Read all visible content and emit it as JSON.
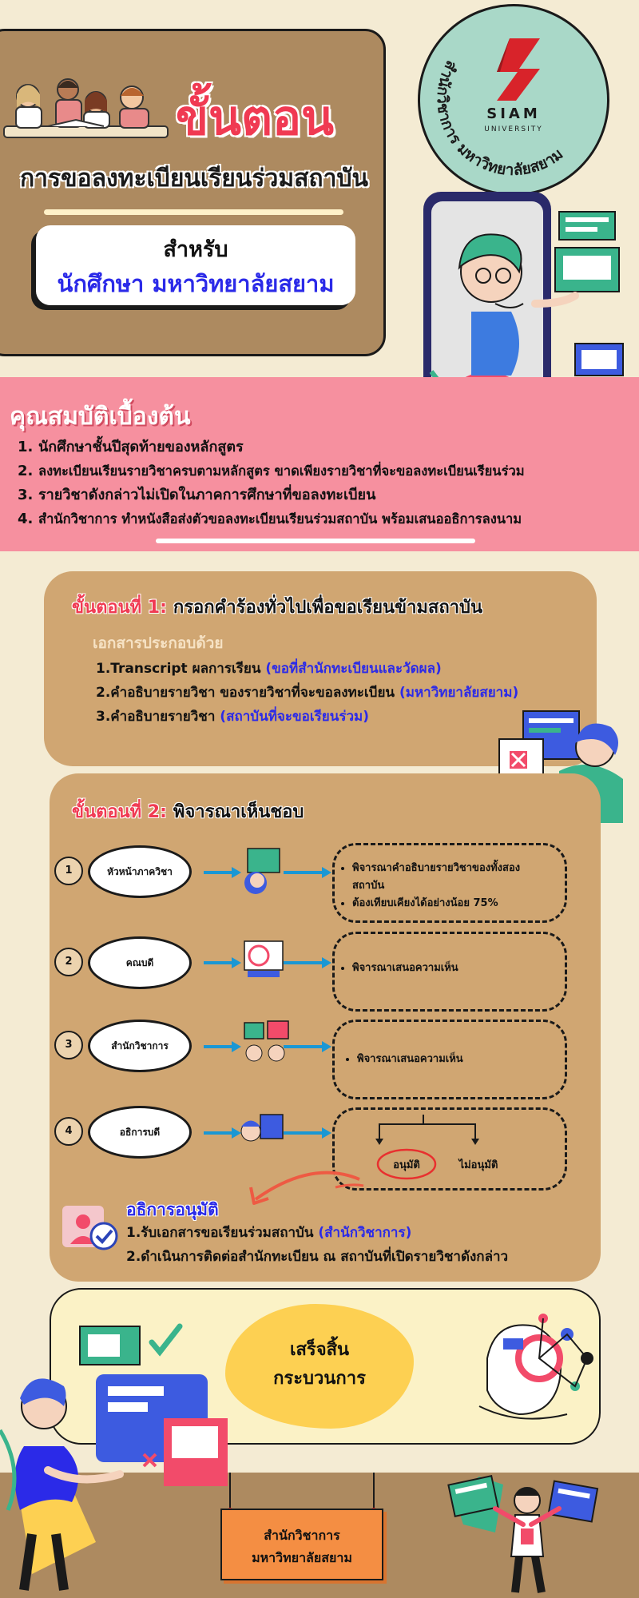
{
  "header": {
    "title": "ขั้นตอน",
    "subtitle": "การขอลงทะเบียนเรียนร่วมสถาบัน",
    "for_label": "สำหรับ",
    "for_value": "นักศึกษา มหาวิทยาลัยสยาม"
  },
  "logo": {
    "brand_top": "SIAM",
    "brand_bottom": "UNIVERSITY",
    "ring_text": "สำนักวิชาการ มหาวิทยาลัยสยาม"
  },
  "qualifications": {
    "title": "คุณสมบัติเบื้องต้น",
    "items": [
      {
        "num": "1.",
        "text": "นักศึกษาชั้นปีสุดท้ายของหลักสูตร"
      },
      {
        "num": "2.",
        "text": "ลงทะเบียนเรียนรายวิชาครบตามหลักสูตร ขาดเพียงรายวิชาที่จะขอลงทะเบียนเรียนร่วม"
      },
      {
        "num": "3.",
        "text": "รายวิชาดังกล่าวไม่เปิดในภาคการศึกษาที่ขอลงทะเบียน"
      },
      {
        "num": "4.",
        "text": "สำนักวิชาการ ทำหนังสือส่งตัวขอลงทะเบียนเรียนร่วมสถาบัน พร้อมเสนออธิการลงนาม"
      }
    ]
  },
  "step1": {
    "label": "ขั้นตอนที่ 1:",
    "title": "กรอกคำร้องทั่วไปเพื่อขอเรียนข้ามสถาบัน",
    "docs_title": "เอกสารประกอบด้วย",
    "docs": [
      {
        "num": "1.",
        "text": "Transcript ผลการเรียน ",
        "note": "(ขอที่สำนักทะเบียนและวัดผล)"
      },
      {
        "num": "2.",
        "text": "คำอธิบายรายวิชา ของรายวิชาที่จะขอลงทะเบียน ",
        "note": "(มหาวิทยาลัยสยาม)"
      },
      {
        "num": "3.",
        "text": "คำอธิบายรายวิชา ",
        "note": "(สถาบันที่จะขอเรียนร่วม)"
      }
    ]
  },
  "step2": {
    "label": "ขั้นตอนที่ 2:",
    "title": "พิจารณาเห็นชอบ",
    "rows": [
      {
        "num": "1",
        "who": "หัวหน้าภาควิชา",
        "results": [
          "พิจารณาคำอธิบายรายวิชาของทั้งสองสถาบัน",
          "ต้องเทียบเคียงได้อย่างน้อย 75%"
        ]
      },
      {
        "num": "2",
        "who": "คณบดี",
        "results": [
          "พิจารณาเสนอความเห็น"
        ]
      },
      {
        "num": "3",
        "who": "สำนักวิชาการ",
        "results": [
          "พิจารณาเสนอความเห็น"
        ]
      },
      {
        "num": "4",
        "who": "อธิการบดี",
        "approve": "อนุมัติ",
        "reject": "ไม่อนุมัติ"
      }
    ],
    "approve_title": "อธิการอนุมัติ",
    "approve_items": [
      {
        "num": "1.",
        "text": "รับเอกสารขอเรียนร่วมสถาบัน ",
        "note": "(สำนักวิชาการ)"
      },
      {
        "num": "2.",
        "text": "ดำเนินการติดต่อสำนักทะเบียน ณ สถาบันที่เปิดรายวิชาดังกล่าว",
        "note": ""
      }
    ]
  },
  "finish": {
    "line1": "เสร็จสิ้น",
    "line2": "กระบวนการ"
  },
  "footer": {
    "line1": "สำนักวิชาการ",
    "line2": "มหาวิทยาลัยสยาม"
  },
  "colors": {
    "accent_red": "#f03a52",
    "accent_blue": "#2b2ae8",
    "card_brown": "#ad8a60",
    "step_tan": "#d0a672",
    "pink_band": "#f6909f",
    "cream": "#f4ebd3"
  }
}
